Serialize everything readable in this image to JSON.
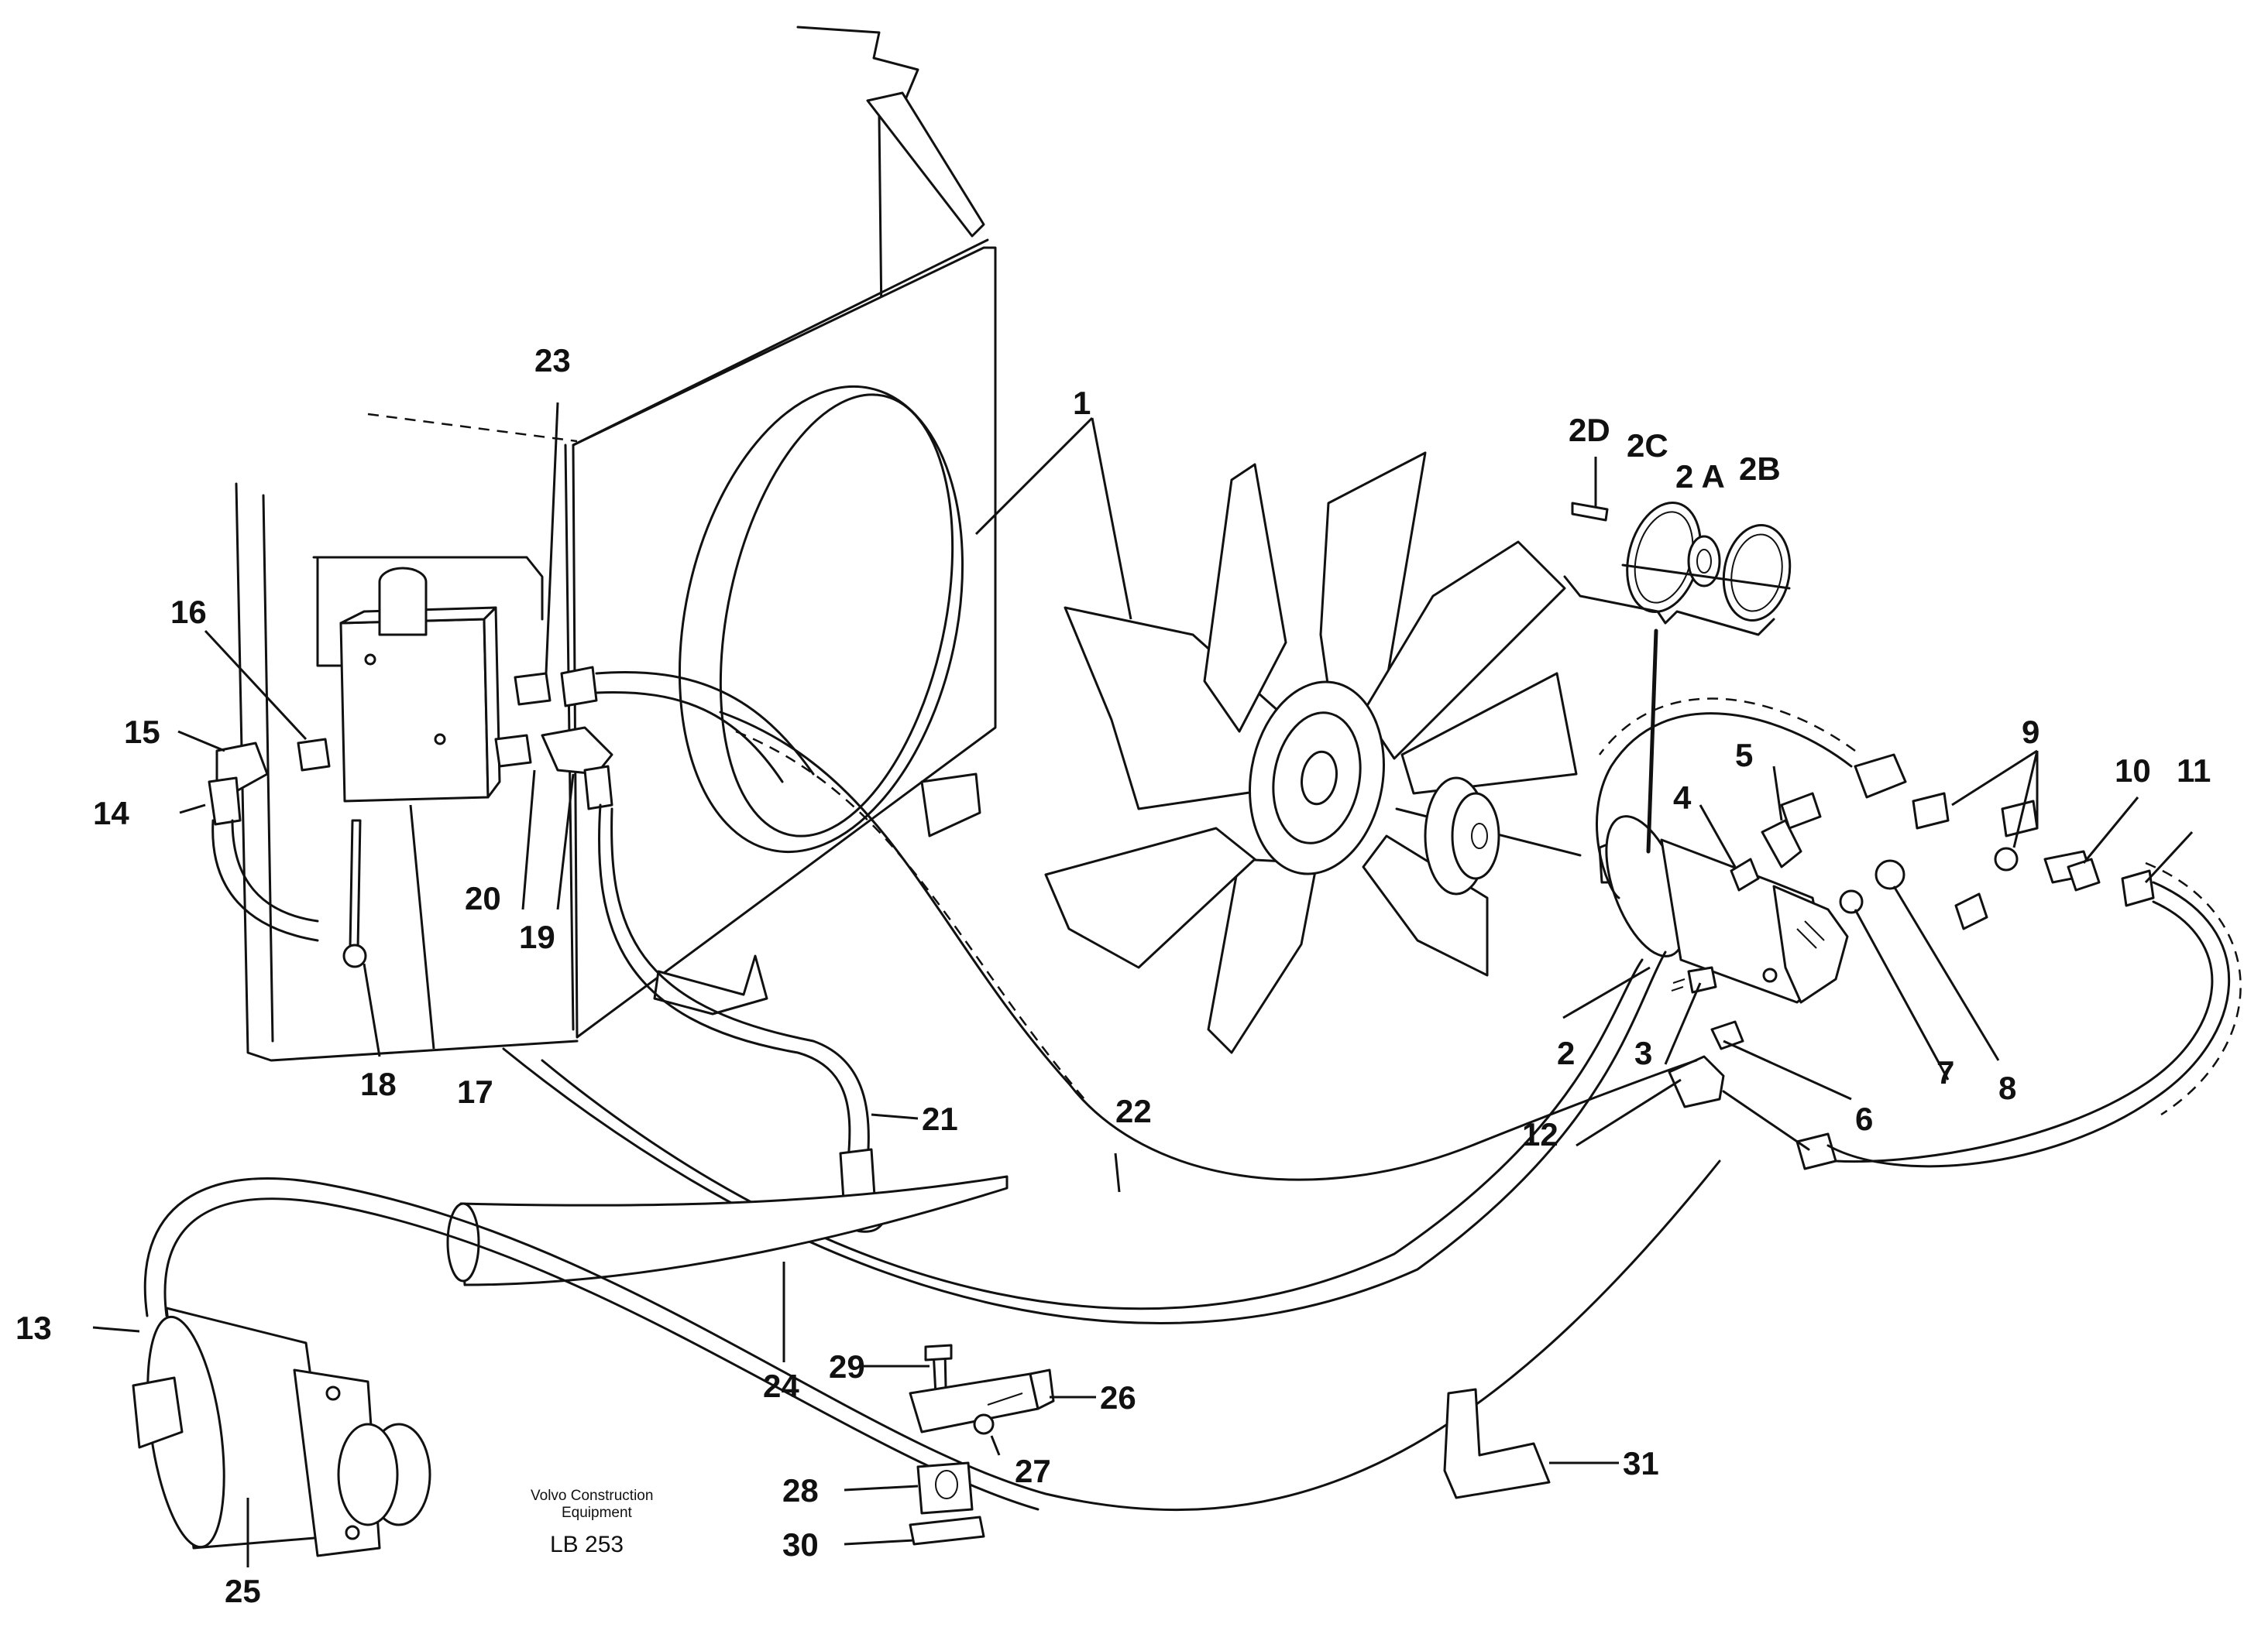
{
  "callouts": {
    "c1": "1",
    "c2": "2",
    "c2A": "2 A",
    "c2B": "2B",
    "c2C": "2C",
    "c2D": "2D",
    "c3": "3",
    "c4": "4",
    "c5": "5",
    "c6": "6",
    "c7": "7",
    "c8": "8",
    "c9": "9",
    "c10": "10",
    "c11": "11",
    "c12": "12",
    "c13": "13",
    "c14": "14",
    "c15": "15",
    "c16": "16",
    "c17": "17",
    "c18": "18",
    "c19": "19",
    "c20": "20",
    "c21": "21",
    "c22": "22",
    "c23": "23",
    "c24": "24",
    "c25": "25",
    "c26": "26",
    "c27": "27",
    "c28": "28",
    "c29": "29",
    "c30": "30",
    "c31": "31"
  },
  "footer": {
    "brand_line1": "Volvo Construction",
    "brand_line2": "Equipment",
    "drawing_code": "LB 253"
  }
}
